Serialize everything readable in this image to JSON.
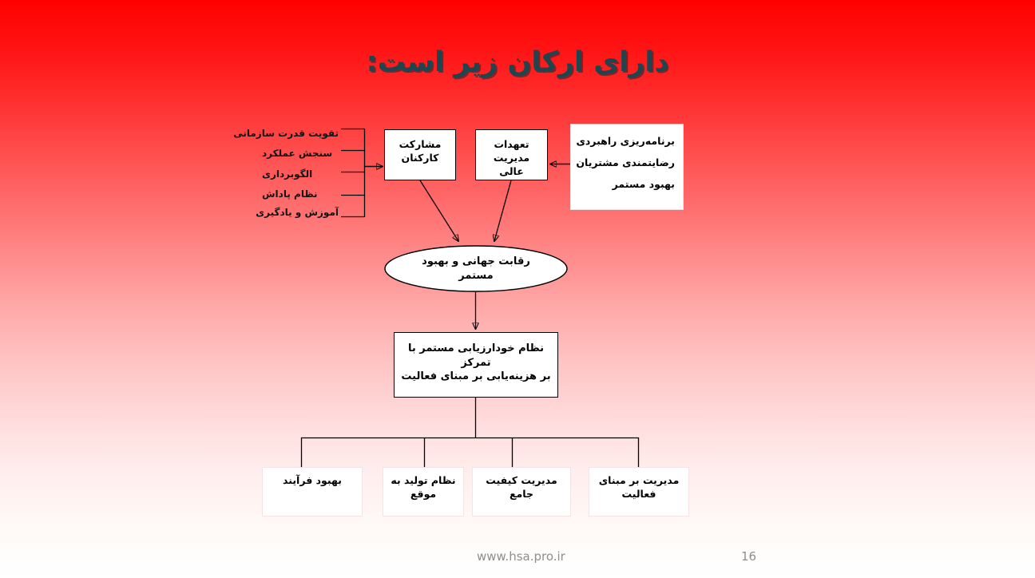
{
  "slide": {
    "title": "دارای ارکان زیر است:",
    "page_number": "16",
    "website": "www.hsa.pro.ir",
    "colors": {
      "background_top": "#FF0000",
      "background_bottom": "#FFFFFF",
      "title_color": "#1D4650",
      "node_fill": "#FFFFFF",
      "line_color": "#000000",
      "footer_color": "#8E8E8E"
    }
  },
  "diagram": {
    "left_bracket_labels": [
      {
        "text": "تقویت قدرت سازمانی"
      },
      {
        "text": "سنجش عملکرد"
      },
      {
        "text": "الگوبرداری"
      },
      {
        "text": "نظام پاداش"
      },
      {
        "text": "آموزش و یادگیری"
      }
    ],
    "top_boxes": [
      {
        "lines": [
          "مشارکت",
          "کارکنان"
        ]
      },
      {
        "lines": [
          "تعهدات مدیریت",
          "عالی"
        ]
      }
    ],
    "right_box": {
      "lines": [
        "برنامه‌ریزی راهبردی",
        "رضایتمندی مشتریان",
        "بهبود مستمر"
      ]
    },
    "ellipse": {
      "lines": [
        "رقابت جهانی و بهبود",
        "مستمر"
      ]
    },
    "center_box": {
      "lines": [
        "نظام خودارزیابی مستمر با تمرکز",
        "بر  هزینه‌یابی بر مبنای فعالیت"
      ]
    },
    "bottom_boxes": [
      {
        "lines": [
          "مدیریت بر مبنای",
          "فعالیت"
        ]
      },
      {
        "lines": [
          "مدیریت کیفیت",
          "جامع"
        ]
      },
      {
        "lines": [
          "نظام تولید به",
          "موقع"
        ]
      },
      {
        "lines": [
          "بهبود فرآیند"
        ]
      }
    ]
  }
}
